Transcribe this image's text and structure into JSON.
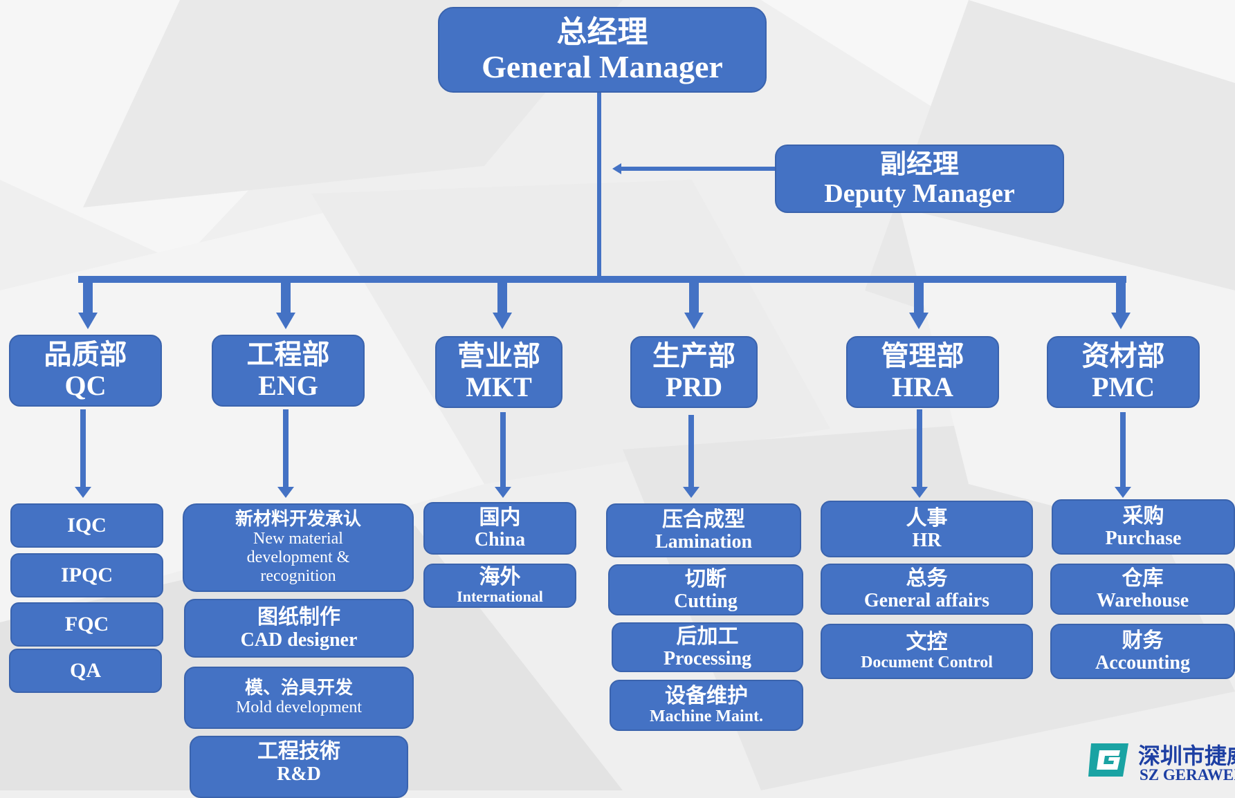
{
  "general_manager": {
    "zh": "总经理",
    "en": "General Manager"
  },
  "deputy_manager": {
    "zh": "副经理",
    "en": "Deputy Manager"
  },
  "departments": [
    {
      "zh": "品质部",
      "en": "QC",
      "units": [
        {
          "en": "IQC"
        },
        {
          "en": "IPQC"
        },
        {
          "en": "FQC"
        },
        {
          "en": "QA"
        }
      ]
    },
    {
      "zh": "工程部",
      "en": "ENG",
      "units": [
        {
          "zh": "新材料开发承认",
          "en1": "New material",
          "en2": "development &",
          "en3": "recognition"
        },
        {
          "zh": "图纸制作",
          "en": "CAD designer"
        },
        {
          "zh": "模、治具开发",
          "en": "Mold development"
        },
        {
          "zh": "工程技術",
          "en": "R&D"
        }
      ]
    },
    {
      "zh": "营业部",
      "en": "MKT",
      "units": [
        {
          "zh": "国内",
          "en": "China"
        },
        {
          "zh": "海外",
          "en": "International"
        }
      ]
    },
    {
      "zh": "生产部",
      "en": "PRD",
      "units": [
        {
          "zh": "压合成型",
          "en": "Lamination"
        },
        {
          "zh": "切断",
          "en": "Cutting"
        },
        {
          "zh": "后加工",
          "en": "Processing"
        },
        {
          "zh": "设备维护",
          "en": "Machine Maint."
        }
      ]
    },
    {
      "zh": "管理部",
      "en": "HRA",
      "units": [
        {
          "zh": "人事",
          "en": "HR"
        },
        {
          "zh": "总务",
          "en": "General affairs"
        },
        {
          "zh": "文控",
          "en": "Document Control"
        }
      ]
    },
    {
      "zh": "资材部",
      "en": "PMC",
      "units": [
        {
          "zh": "采购",
          "en": "Purchase"
        },
        {
          "zh": "仓库",
          "en": "Warehouse"
        },
        {
          "zh": "财务",
          "en": "Accounting"
        }
      ]
    }
  ],
  "logo": {
    "zh": "深圳市捷威",
    "en": "SZ GERAWEI"
  },
  "colors": {
    "box": "#4472c4",
    "line": "#4472c4",
    "background": "#efefef"
  }
}
